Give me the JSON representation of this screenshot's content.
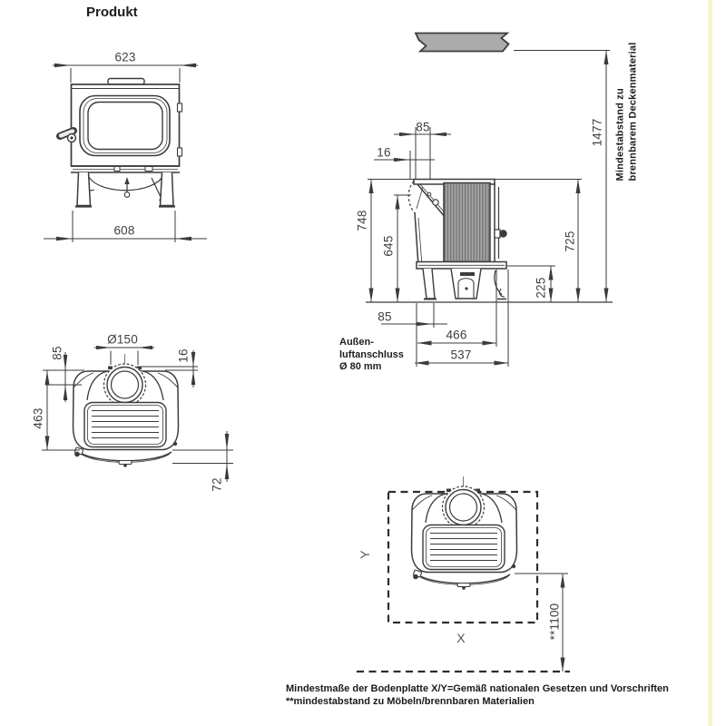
{
  "title": "Produkt",
  "front_view": {
    "width_top": "623",
    "width_bottom": "608"
  },
  "side_view": {
    "flue_offset_from_front": "85",
    "front_edge_offset": "16",
    "height_overall": "748",
    "height_door_top": "645",
    "height_body_top": "725",
    "height_base": "225",
    "floor_front_offset": "85",
    "depth_body": "466",
    "depth_overall": "537",
    "ceiling_distance": "1477",
    "ceiling_label": [
      "Mindestabstand zu",
      "brennbarem Deckenmaterial"
    ],
    "air_inlet_label": [
      "Außen-",
      "luftanschluss",
      "Ø 80 mm"
    ]
  },
  "top_view": {
    "flue_diameter": "Ø150",
    "flue_center_from_back": "85",
    "collar_offset": "16",
    "depth_body": "463",
    "depth_door": "72"
  },
  "floor_plate": {
    "x_label": "X",
    "y_label": "Y",
    "front_clearance": "**1100"
  },
  "footer": [
    "Mindestmaße der Bodenplatte X/Y=Gemäß nationalen Gesetzen und Vorschriften",
    "**mindestabstand zu Möbeln/brennbaren Materialien"
  ]
}
